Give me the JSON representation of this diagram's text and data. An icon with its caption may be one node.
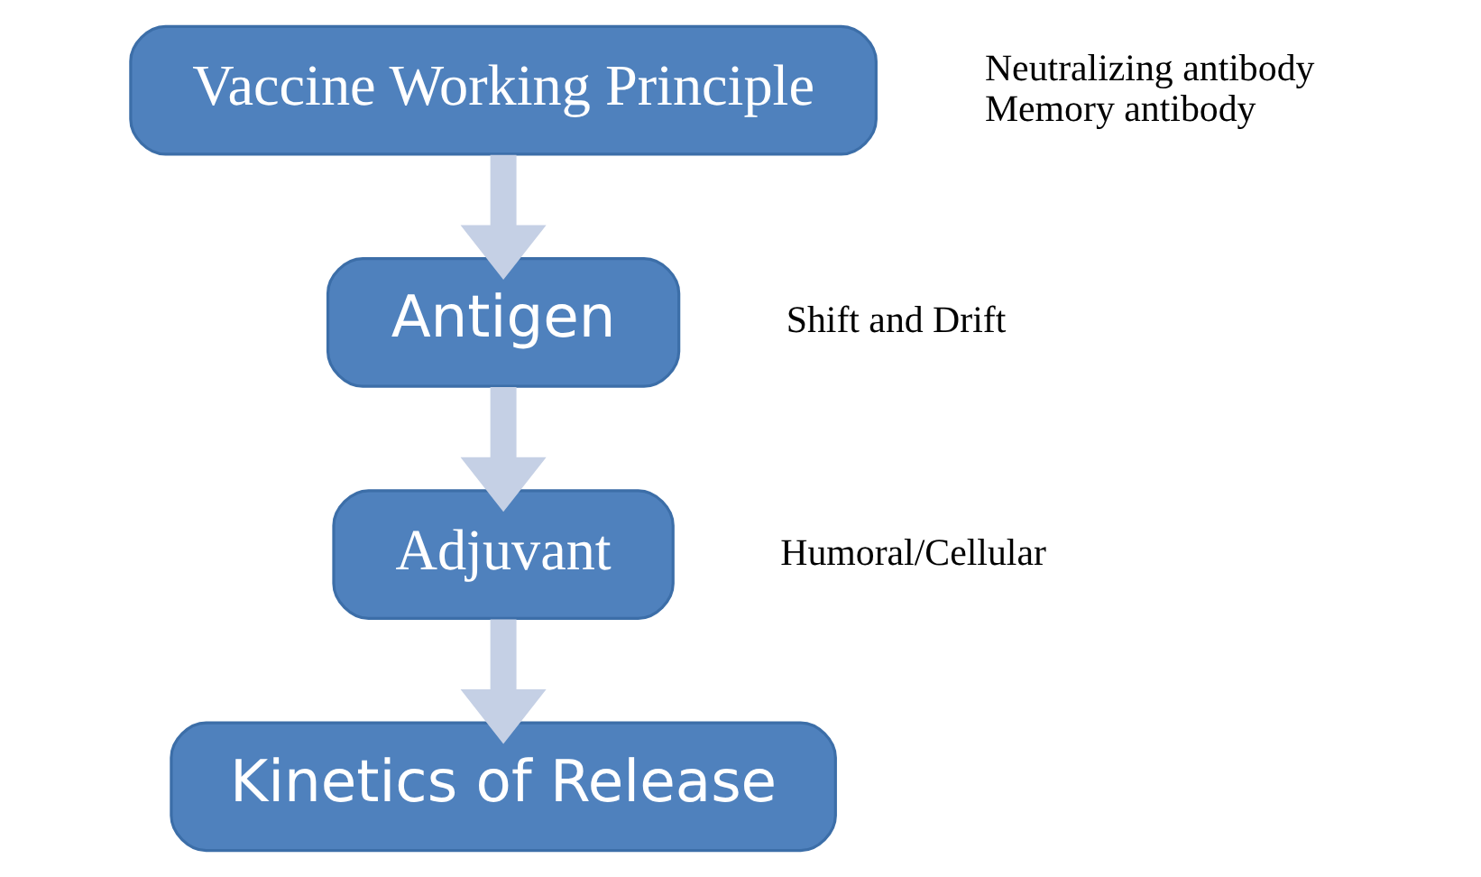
{
  "diagram": {
    "nodes": [
      {
        "text": [
          "Vaccine Working Principle"
        ],
        "beside": [
          "Neutralizing antibody",
          "Memory antibody"
        ]
      },
      {
        "text": [
          "Antigen"
        ],
        "beside": [
          "Shift and Drift"
        ]
      },
      {
        "text": [
          "Adjuvant"
        ],
        "beside": [
          "Humoral/Cellular"
        ]
      },
      {
        "text": [
          "Kinetics of Release"
        ]
      }
    ],
    "edges": [
      {
        "from": 0,
        "to": 1,
        "arrow": "to"
      },
      {
        "from": 1,
        "to": 2,
        "arrow": "to"
      },
      {
        "from": 2,
        "to": 3,
        "arrow": "to"
      }
    ]
  }
}
